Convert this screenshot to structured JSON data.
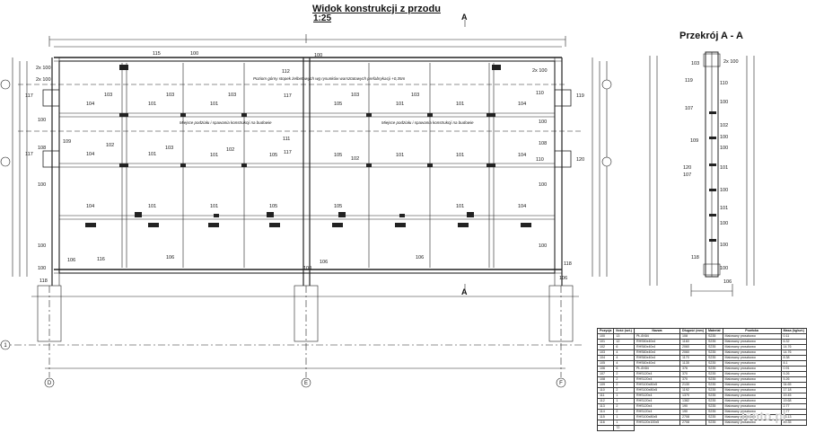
{
  "header": {
    "title": "Widok konstrukcji z przodu",
    "scale": "1:25",
    "section_title": "Przekrój A - A",
    "section_marker": "A"
  },
  "notes": {
    "floor_level": "Poziom górny stopek żelbetowych wg rysunków warsztatowych prefabrykacji +0,35m",
    "joint_left": "Miejsce podziału i spawania konstrukcji na budowie",
    "joint_right": "Miejsce podziału i spawania konstrukcji na budowie"
  },
  "axes": {
    "left": "D",
    "center": "E",
    "right": "F",
    "level": "1"
  },
  "front_labels": [
    {
      "t": "115"
    },
    {
      "t": "100"
    },
    {
      "t": "100"
    },
    {
      "t": "112"
    },
    {
      "t": "2x 100"
    },
    {
      "t": "2x 100"
    },
    {
      "t": "117"
    },
    {
      "t": "103"
    },
    {
      "t": "103"
    },
    {
      "t": "103"
    },
    {
      "t": "117"
    },
    {
      "t": "103"
    },
    {
      "t": "103"
    },
    {
      "t": "110"
    },
    {
      "t": "119"
    },
    {
      "t": "104"
    },
    {
      "t": "101"
    },
    {
      "t": "101"
    },
    {
      "t": "105"
    },
    {
      "t": "101"
    },
    {
      "t": "101"
    },
    {
      "t": "104"
    },
    {
      "t": "100"
    },
    {
      "t": "100"
    },
    {
      "t": "109"
    },
    {
      "t": "102"
    },
    {
      "t": "103"
    },
    {
      "t": "111"
    },
    {
      "t": "108"
    },
    {
      "t": "108"
    },
    {
      "t": "117"
    },
    {
      "t": "104"
    },
    {
      "t": "101"
    },
    {
      "t": "102"
    },
    {
      "t": "101"
    },
    {
      "t": "105"
    },
    {
      "t": "117"
    },
    {
      "t": "105"
    },
    {
      "t": "102"
    },
    {
      "t": "101"
    },
    {
      "t": "101"
    },
    {
      "t": "104"
    },
    {
      "t": "110"
    },
    {
      "t": "120"
    },
    {
      "t": "100"
    },
    {
      "t": "100"
    },
    {
      "t": "104"
    },
    {
      "t": "101"
    },
    {
      "t": "101"
    },
    {
      "t": "105"
    },
    {
      "t": "105"
    },
    {
      "t": "101"
    },
    {
      "t": "104"
    },
    {
      "t": "100"
    },
    {
      "t": "100"
    },
    {
      "t": "106"
    },
    {
      "t": "116"
    },
    {
      "t": "106"
    },
    {
      "t": "106"
    },
    {
      "t": "106"
    },
    {
      "t": "118"
    },
    {
      "t": "118"
    },
    {
      "t": "106"
    },
    {
      "t": "100"
    },
    {
      "t": "100"
    },
    {
      "t": "2x 100"
    }
  ],
  "section_labels": [
    {
      "t": "103"
    },
    {
      "t": "2x 100"
    },
    {
      "t": "119"
    },
    {
      "t": "110"
    },
    {
      "t": "107"
    },
    {
      "t": "100"
    },
    {
      "t": "102"
    },
    {
      "t": "100"
    },
    {
      "t": "109"
    },
    {
      "t": "100"
    },
    {
      "t": "120"
    },
    {
      "t": "107"
    },
    {
      "t": "101"
    },
    {
      "t": "100"
    },
    {
      "t": "101"
    },
    {
      "t": "100"
    },
    {
      "t": "100"
    },
    {
      "t": "118"
    },
    {
      "t": "100"
    },
    {
      "t": "106"
    }
  ],
  "bom": {
    "headers": [
      "Pozycja",
      "Ilość (szt.)",
      "Nazwa",
      "Długość (mm)",
      "Materiał",
      "Powłoka",
      "Masa (kg/szt.)"
    ],
    "rows": [
      [
        "100",
        "13",
        "PŁ.8X84",
        "108",
        "S235",
        "Malowany proszkowo",
        "0.11"
      ],
      [
        "101",
        "12",
        "RHS50x40x4",
        "1160",
        "S235",
        "Malowany proszkowo",
        "6.32"
      ],
      [
        "102",
        "6",
        "RHS60x40x4",
        "2060",
        "S235",
        "Malowany proszkowo",
        "14.76"
      ],
      [
        "103",
        "4",
        "RHS60x40x4",
        "2060",
        "S235",
        "Malowany proszkowo",
        "14.76"
      ],
      [
        "104",
        "4",
        "RHS60x40x4",
        "1170",
        "S235",
        "Malowany proszkowo",
        "8.38"
      ],
      [
        "105",
        "4",
        "RHS60x40x4",
        "1135",
        "S235",
        "Malowany proszkowo",
        "8.1"
      ],
      [
        "106",
        "6",
        "PŁ.8X84",
        "376",
        "S235",
        "Malowany proszkowo",
        "0.91"
      ],
      [
        "107",
        "2",
        "RHS120x4",
        "370",
        "S235",
        "Malowany proszkowo",
        "5.26"
      ],
      [
        "108",
        "2",
        "RHS120x4",
        "370",
        "S235",
        "Malowany proszkowo",
        "5.26"
      ],
      [
        "109",
        "2",
        "RHS100x80x5",
        "2130",
        "S235",
        "Malowany proszkowo",
        "34.65"
      ],
      [
        "110",
        "2",
        "RHS100x80x5",
        "1192",
        "S235",
        "Malowany proszkowo",
        "17.18"
      ],
      [
        "111",
        "1",
        "RHS120x4",
        "1370",
        "S235",
        "Malowany proszkowo",
        "19.45"
      ],
      [
        "112",
        "1",
        "RHS120x4",
        "1382",
        "S235",
        "Malowany proszkowo",
        "19.68"
      ],
      [
        "113",
        "2",
        "RHS120x4",
        "190",
        "S235",
        "Malowany proszkowo",
        "2.77"
      ],
      [
        "114",
        "2",
        "RHS120x4",
        "190",
        "S235",
        "Malowany proszkowo",
        "2.77"
      ],
      [
        "115",
        "1",
        "RHS100x80x5",
        "2708",
        "S235",
        "Malowany proszkowo",
        "43.13"
      ],
      [
        "116",
        "1",
        "RHS120x100x5",
        "2708",
        "S235",
        "Malowany proszkowo",
        "49.35"
      ]
    ],
    "total_label": "72"
  },
  "watermark": "lento.pl"
}
